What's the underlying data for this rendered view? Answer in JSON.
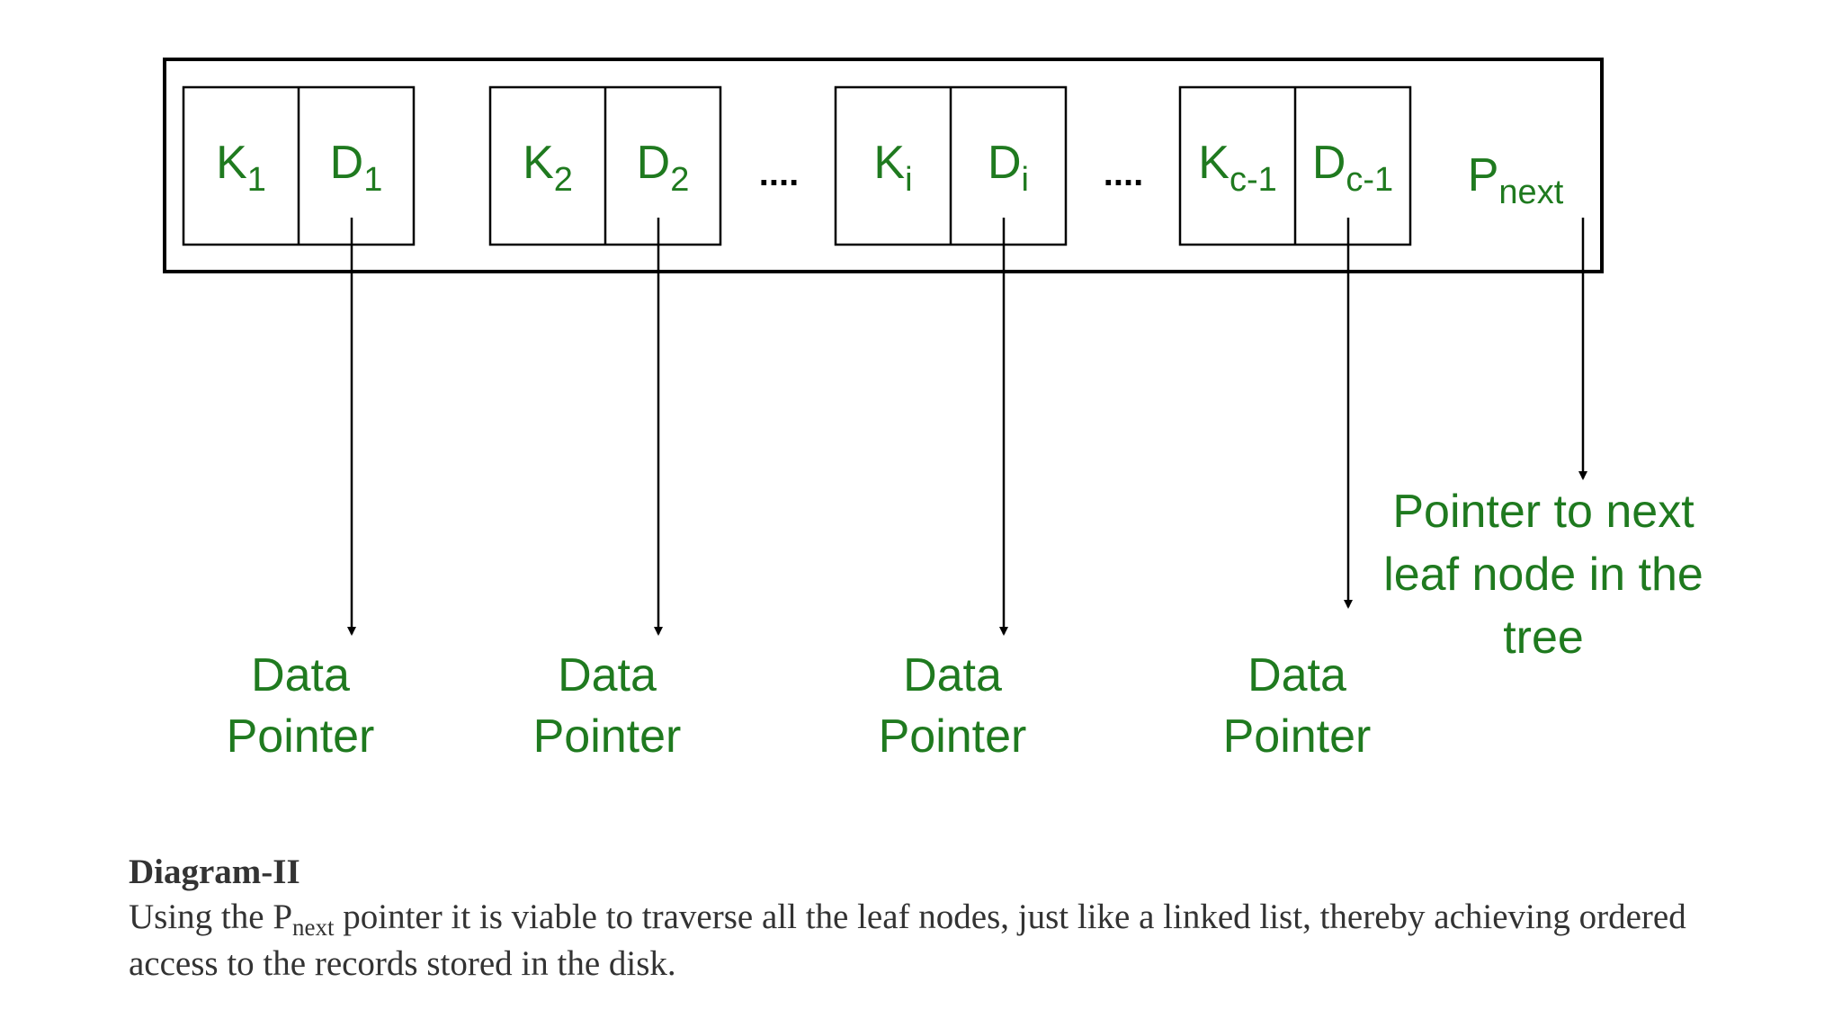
{
  "diagram": {
    "leaf_cells": [
      {
        "key": "K",
        "key_sub": "1",
        "data": "D",
        "data_sub": "1"
      },
      {
        "key": "K",
        "key_sub": "2",
        "data": "D",
        "data_sub": "2"
      },
      {
        "key": "K",
        "key_sub": "i",
        "data": "D",
        "data_sub": "i"
      },
      {
        "key": "K",
        "key_sub": "c-1",
        "data": "D",
        "data_sub": "c-1"
      }
    ],
    "ellipses": [
      "....",
      "...."
    ],
    "pnext": {
      "main": "P",
      "sub": "next"
    },
    "data_pointer_label": [
      "Data",
      "Pointer"
    ],
    "next_leaf_label": [
      "Pointer to next",
      "leaf node in the",
      "tree"
    ],
    "colors": {
      "label": "#1f7a1f",
      "line": "#000000"
    }
  },
  "caption": {
    "title": "Diagram-II",
    "text_before": "Using the P",
    "text_sub": "next",
    "text_after": " pointer it is viable to traverse all the leaf nodes, just like a linked list, thereby achieving ordered access to the records stored in the disk."
  }
}
